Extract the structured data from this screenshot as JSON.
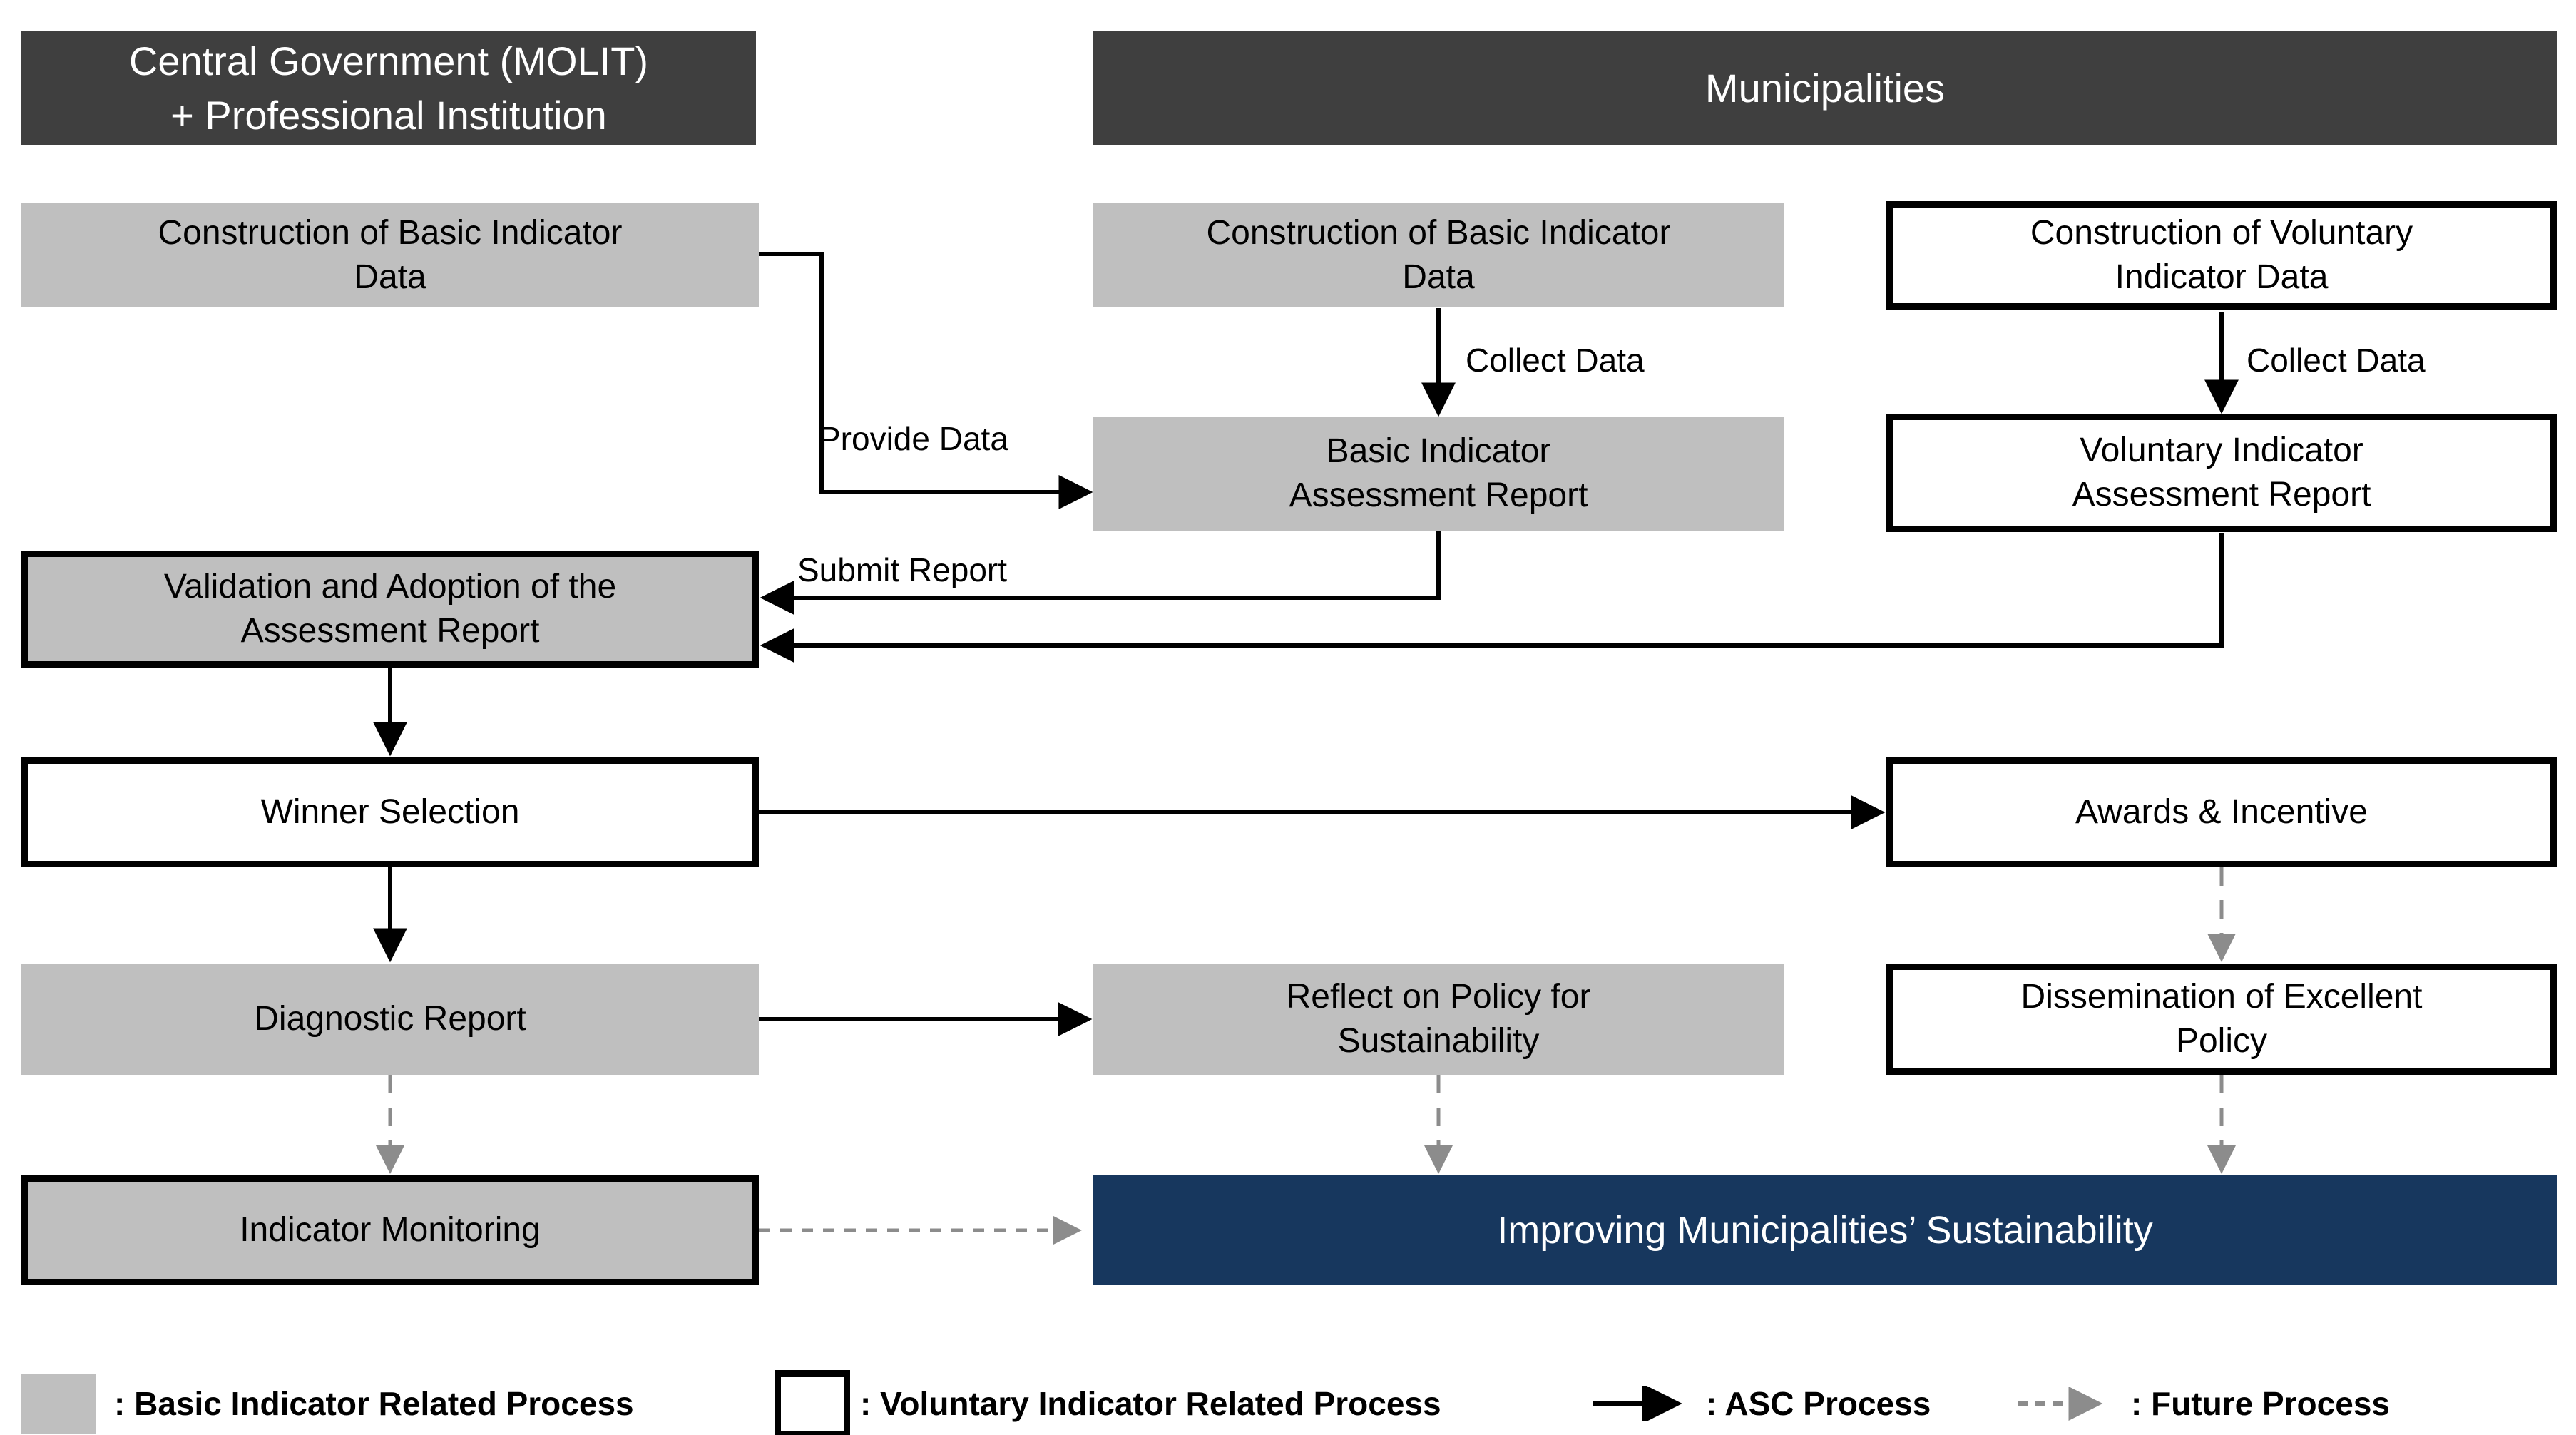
{
  "colors": {
    "header_bg": "#3f3f3f",
    "header_text": "#ffffff",
    "basic_process_fill": "#bfbfbf",
    "voluntary_process_fill": "#ffffff",
    "process_border": "#000000",
    "asc_arrow": "#000000",
    "future_arrow": "#8c8c8c",
    "goal_bg": "#17375e",
    "goal_text": "#ffffff"
  },
  "nodes": {
    "header_left": "Central Government (MOLIT)\n+ Professional Institution",
    "header_right": "Municipalities",
    "construct_basic_cg": "Construction of Basic Indicator\nData",
    "construct_basic_mun": "Construction of Basic Indicator\nData",
    "construct_voluntary": "Construction of Voluntary\nIndicator Data",
    "basic_report": "Basic Indicator\nAssessment Report",
    "voluntary_report": "Voluntary Indicator\nAssessment Report",
    "validation": "Validation and Adoption of the\nAssessment Report",
    "winner": "Winner Selection",
    "awards": "Awards & Incentive",
    "diagnostic": "Diagnostic Report",
    "reflect": "Reflect on Policy for\nSustainability",
    "dissemination": "Dissemination of Excellent\nPolicy",
    "monitoring": "Indicator Monitoring",
    "goal": "Improving Municipalities’ Sustainability"
  },
  "edges": {
    "collect_data": "Collect Data",
    "provide_data": "Provide Data",
    "submit_report": "Submit Report"
  },
  "legend": {
    "items": [
      {
        "swatch": "basic-process-swatch",
        "label": ": Basic Indicator Related Process"
      },
      {
        "swatch": "voluntary-process-swatch",
        "label": ": Voluntary Indicator Related Process"
      },
      {
        "swatch": "asc-process-arrow",
        "label": ": ASC Process"
      },
      {
        "swatch": "future-process-arrow",
        "label": ": Future Process"
      }
    ]
  }
}
